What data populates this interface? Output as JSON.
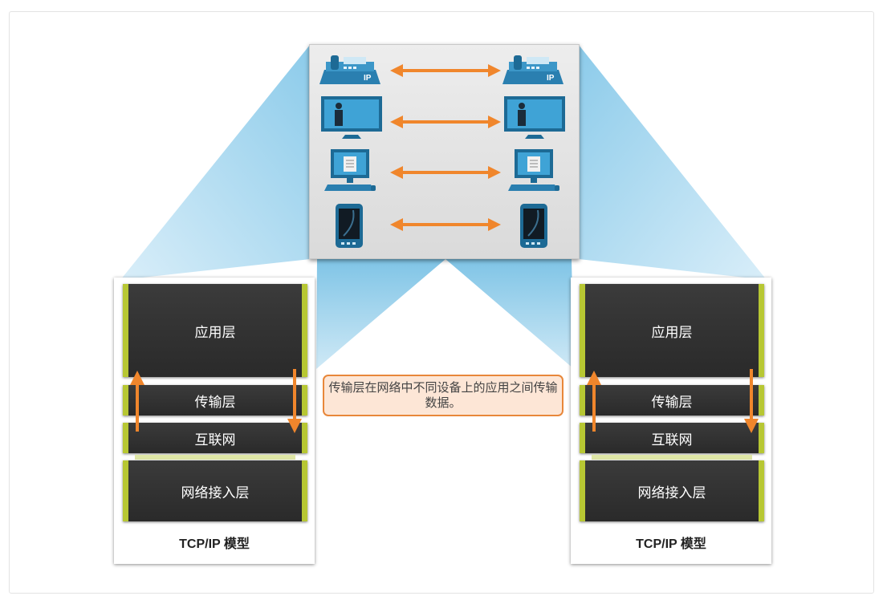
{
  "layers": {
    "application": "应用层",
    "transport": "传输层",
    "internet": "互联网",
    "network_access": "网络接入层"
  },
  "model_title": "TCP/IP 模型",
  "callout": "传输层在网络中不同设备上的应用之间传输数据。",
  "devices": [
    "ip-phone-icon",
    "video-monitor-icon",
    "desktop-computer-icon",
    "smartphone-icon"
  ],
  "device_label": "IP",
  "colors": {
    "accent_orange": "#f0862c",
    "layer_green": "#b7c733",
    "layer_dark": "#333333",
    "beam_blue": "#9fd5ef",
    "device_blue": "#2c86b8"
  }
}
